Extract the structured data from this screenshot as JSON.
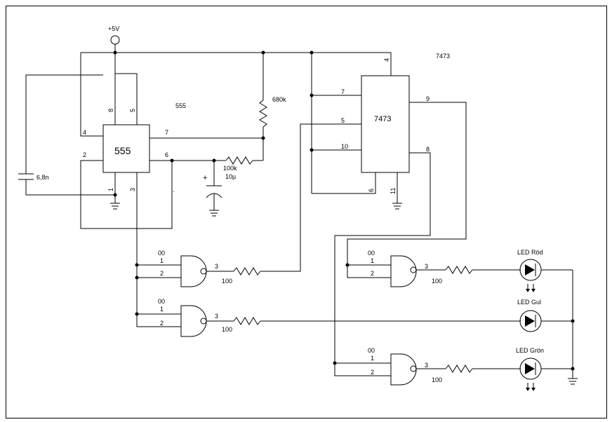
{
  "supply": {
    "label": "+5V"
  },
  "timer": {
    "chip_label": "555",
    "caption": "555",
    "pins": {
      "p1": "1",
      "p2": "2",
      "p3": "3",
      "p4": "4",
      "p5": "5",
      "p6": "6",
      "p7": "7",
      "p8": "8"
    }
  },
  "flipflop": {
    "chip_label": "7473",
    "caption": "7473",
    "pins": {
      "p4": "4",
      "p5": "5",
      "p6": "6",
      "p7": "7",
      "p8": "8",
      "p9": "9",
      "p10": "10",
      "p11": "11"
    }
  },
  "components": {
    "cap_timing": "6,8n",
    "res_upper": "680k",
    "res_lower": "100k",
    "cap_elec": "10µ",
    "cap_elec_polarity": "+"
  },
  "gates": [
    {
      "state": "00",
      "in1": "1",
      "in2": "2",
      "out": "3",
      "resistor": "100"
    },
    {
      "state": "00",
      "in1": "1",
      "in2": "2",
      "out": "3",
      "resistor": "100"
    },
    {
      "state": "00",
      "in1": "1",
      "in2": "2",
      "out": "3",
      "resistor": "100"
    },
    {
      "state": "00",
      "in1": "1",
      "in2": "2",
      "out": "3",
      "resistor": "100"
    }
  ],
  "leds": [
    {
      "label": "LED Röd"
    },
    {
      "label": "LED Gul"
    },
    {
      "label": "LED Grön"
    }
  ],
  "misc": {
    "dot_mark": "."
  }
}
